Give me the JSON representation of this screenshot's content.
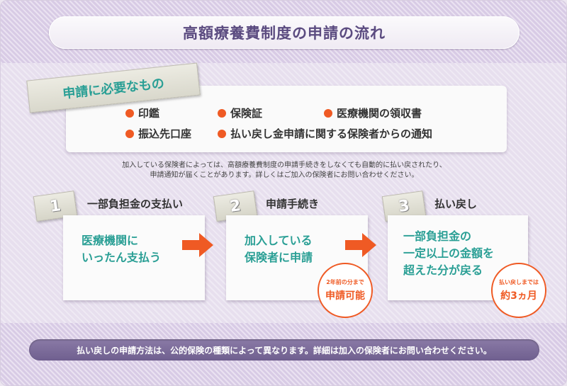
{
  "title": "高額療養費制度の申請の流れ",
  "requirements": {
    "label": "申請に必要なもの",
    "items": [
      "印鑑",
      "保険証",
      "医療機関の領収書",
      "振込先口座",
      "払い戻し金申請に関する保険者からの通知"
    ]
  },
  "note": {
    "line1": "加入している保険者によっては、高額療養費制度の申請手続きをしなくても自動的に払い戻されたり、",
    "line2": "申請通知が届くことがあります。詳しくはご加入の保険者にお問い合わせください。"
  },
  "steps": [
    {
      "number": "1",
      "title": "一部負担金の支払い",
      "body": [
        "医療機関に",
        "いったん支払う"
      ]
    },
    {
      "number": "2",
      "title": "申請手続き",
      "body": [
        "加入している",
        "保険者に申請"
      ],
      "badge": {
        "small": "2年前の分まで",
        "big": "申請可能"
      }
    },
    {
      "number": "3",
      "title": "払い戻し",
      "body": [
        "一部負担金の",
        "一定以上の金額を",
        "超えた分が戻る"
      ],
      "badge": {
        "small": "払い戻しまでは",
        "big": "約3ヵ月"
      }
    }
  ],
  "footer": "払い戻しの申請方法は、公的保険の種類によって異なります。詳細は加入の保険者にお問い合わせください。",
  "colors": {
    "accent": "#ef5a24",
    "teal": "#2a9f95",
    "purple": "#5b4b80"
  }
}
